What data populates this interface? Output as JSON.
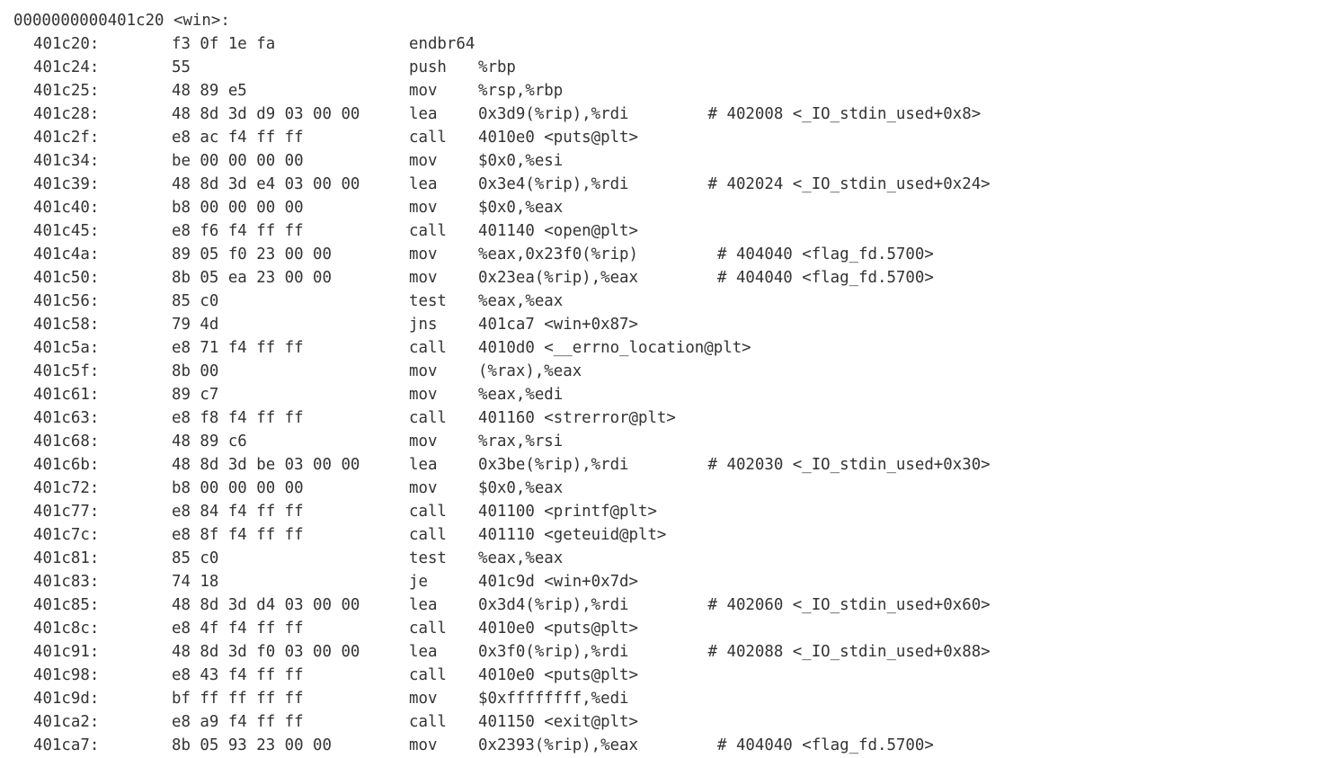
{
  "header": "0000000000401c20 <win>:",
  "lines": [
    {
      "addr": "401c20:",
      "bytes": "f3 0f 1e fa",
      "mnem": "endbr64",
      "ops": "",
      "comment": ""
    },
    {
      "addr": "401c24:",
      "bytes": "55",
      "mnem": "push",
      "ops": "%rbp",
      "comment": ""
    },
    {
      "addr": "401c25:",
      "bytes": "48 89 e5",
      "mnem": "mov",
      "ops": "%rsp,%rbp",
      "comment": ""
    },
    {
      "addr": "401c28:",
      "bytes": "48 8d 3d d9 03 00 00",
      "mnem": "lea",
      "ops": "0x3d9(%rip),%rdi",
      "comment": "# 402008 <_IO_stdin_used+0x8>"
    },
    {
      "addr": "401c2f:",
      "bytes": "e8 ac f4 ff ff",
      "mnem": "call",
      "ops": "4010e0 <puts@plt>",
      "comment": ""
    },
    {
      "addr": "401c34:",
      "bytes": "be 00 00 00 00",
      "mnem": "mov",
      "ops": "$0x0,%esi",
      "comment": ""
    },
    {
      "addr": "401c39:",
      "bytes": "48 8d 3d e4 03 00 00",
      "mnem": "lea",
      "ops": "0x3e4(%rip),%rdi",
      "comment": "# 402024 <_IO_stdin_used+0x24>"
    },
    {
      "addr": "401c40:",
      "bytes": "b8 00 00 00 00",
      "mnem": "mov",
      "ops": "$0x0,%eax",
      "comment": ""
    },
    {
      "addr": "401c45:",
      "bytes": "e8 f6 f4 ff ff",
      "mnem": "call",
      "ops": "401140 <open@plt>",
      "comment": ""
    },
    {
      "addr": "401c4a:",
      "bytes": "89 05 f0 23 00 00",
      "mnem": "mov",
      "ops": "%eax,0x23f0(%rip)",
      "comment": "# 404040 <flag_fd.5700>"
    },
    {
      "addr": "401c50:",
      "bytes": "8b 05 ea 23 00 00",
      "mnem": "mov",
      "ops": "0x23ea(%rip),%eax",
      "comment": "# 404040 <flag_fd.5700>"
    },
    {
      "addr": "401c56:",
      "bytes": "85 c0",
      "mnem": "test",
      "ops": "%eax,%eax",
      "comment": ""
    },
    {
      "addr": "401c58:",
      "bytes": "79 4d",
      "mnem": "jns",
      "ops": "401ca7 <win+0x87>",
      "comment": ""
    },
    {
      "addr": "401c5a:",
      "bytes": "e8 71 f4 ff ff",
      "mnem": "call",
      "ops": "4010d0 <__errno_location@plt>",
      "comment": ""
    },
    {
      "addr": "401c5f:",
      "bytes": "8b 00",
      "mnem": "mov",
      "ops": "(%rax),%eax",
      "comment": ""
    },
    {
      "addr": "401c61:",
      "bytes": "89 c7",
      "mnem": "mov",
      "ops": "%eax,%edi",
      "comment": ""
    },
    {
      "addr": "401c63:",
      "bytes": "e8 f8 f4 ff ff",
      "mnem": "call",
      "ops": "401160 <strerror@plt>",
      "comment": ""
    },
    {
      "addr": "401c68:",
      "bytes": "48 89 c6",
      "mnem": "mov",
      "ops": "%rax,%rsi",
      "comment": ""
    },
    {
      "addr": "401c6b:",
      "bytes": "48 8d 3d be 03 00 00",
      "mnem": "lea",
      "ops": "0x3be(%rip),%rdi",
      "comment": "# 402030 <_IO_stdin_used+0x30>"
    },
    {
      "addr": "401c72:",
      "bytes": "b8 00 00 00 00",
      "mnem": "mov",
      "ops": "$0x0,%eax",
      "comment": ""
    },
    {
      "addr": "401c77:",
      "bytes": "e8 84 f4 ff ff",
      "mnem": "call",
      "ops": "401100 <printf@plt>",
      "comment": ""
    },
    {
      "addr": "401c7c:",
      "bytes": "e8 8f f4 ff ff",
      "mnem": "call",
      "ops": "401110 <geteuid@plt>",
      "comment": ""
    },
    {
      "addr": "401c81:",
      "bytes": "85 c0",
      "mnem": "test",
      "ops": "%eax,%eax",
      "comment": ""
    },
    {
      "addr": "401c83:",
      "bytes": "74 18",
      "mnem": "je",
      "ops": "401c9d <win+0x7d>",
      "comment": ""
    },
    {
      "addr": "401c85:",
      "bytes": "48 8d 3d d4 03 00 00",
      "mnem": "lea",
      "ops": "0x3d4(%rip),%rdi",
      "comment": "# 402060 <_IO_stdin_used+0x60>"
    },
    {
      "addr": "401c8c:",
      "bytes": "e8 4f f4 ff ff",
      "mnem": "call",
      "ops": "4010e0 <puts@plt>",
      "comment": ""
    },
    {
      "addr": "401c91:",
      "bytes": "48 8d 3d f0 03 00 00",
      "mnem": "lea",
      "ops": "0x3f0(%rip),%rdi",
      "comment": "# 402088 <_IO_stdin_used+0x88>"
    },
    {
      "addr": "401c98:",
      "bytes": "e8 43 f4 ff ff",
      "mnem": "call",
      "ops": "4010e0 <puts@plt>",
      "comment": ""
    },
    {
      "addr": "401c9d:",
      "bytes": "bf ff ff ff ff",
      "mnem": "mov",
      "ops": "$0xffffffff,%edi",
      "comment": ""
    },
    {
      "addr": "401ca2:",
      "bytes": "e8 a9 f4 ff ff",
      "mnem": "call",
      "ops": "401150 <exit@plt>",
      "comment": ""
    },
    {
      "addr": "401ca7:",
      "bytes": "8b 05 93 23 00 00",
      "mnem": "mov",
      "ops": "0x2393(%rip),%eax",
      "comment": "# 404040 <flag_fd.5700>"
    }
  ]
}
